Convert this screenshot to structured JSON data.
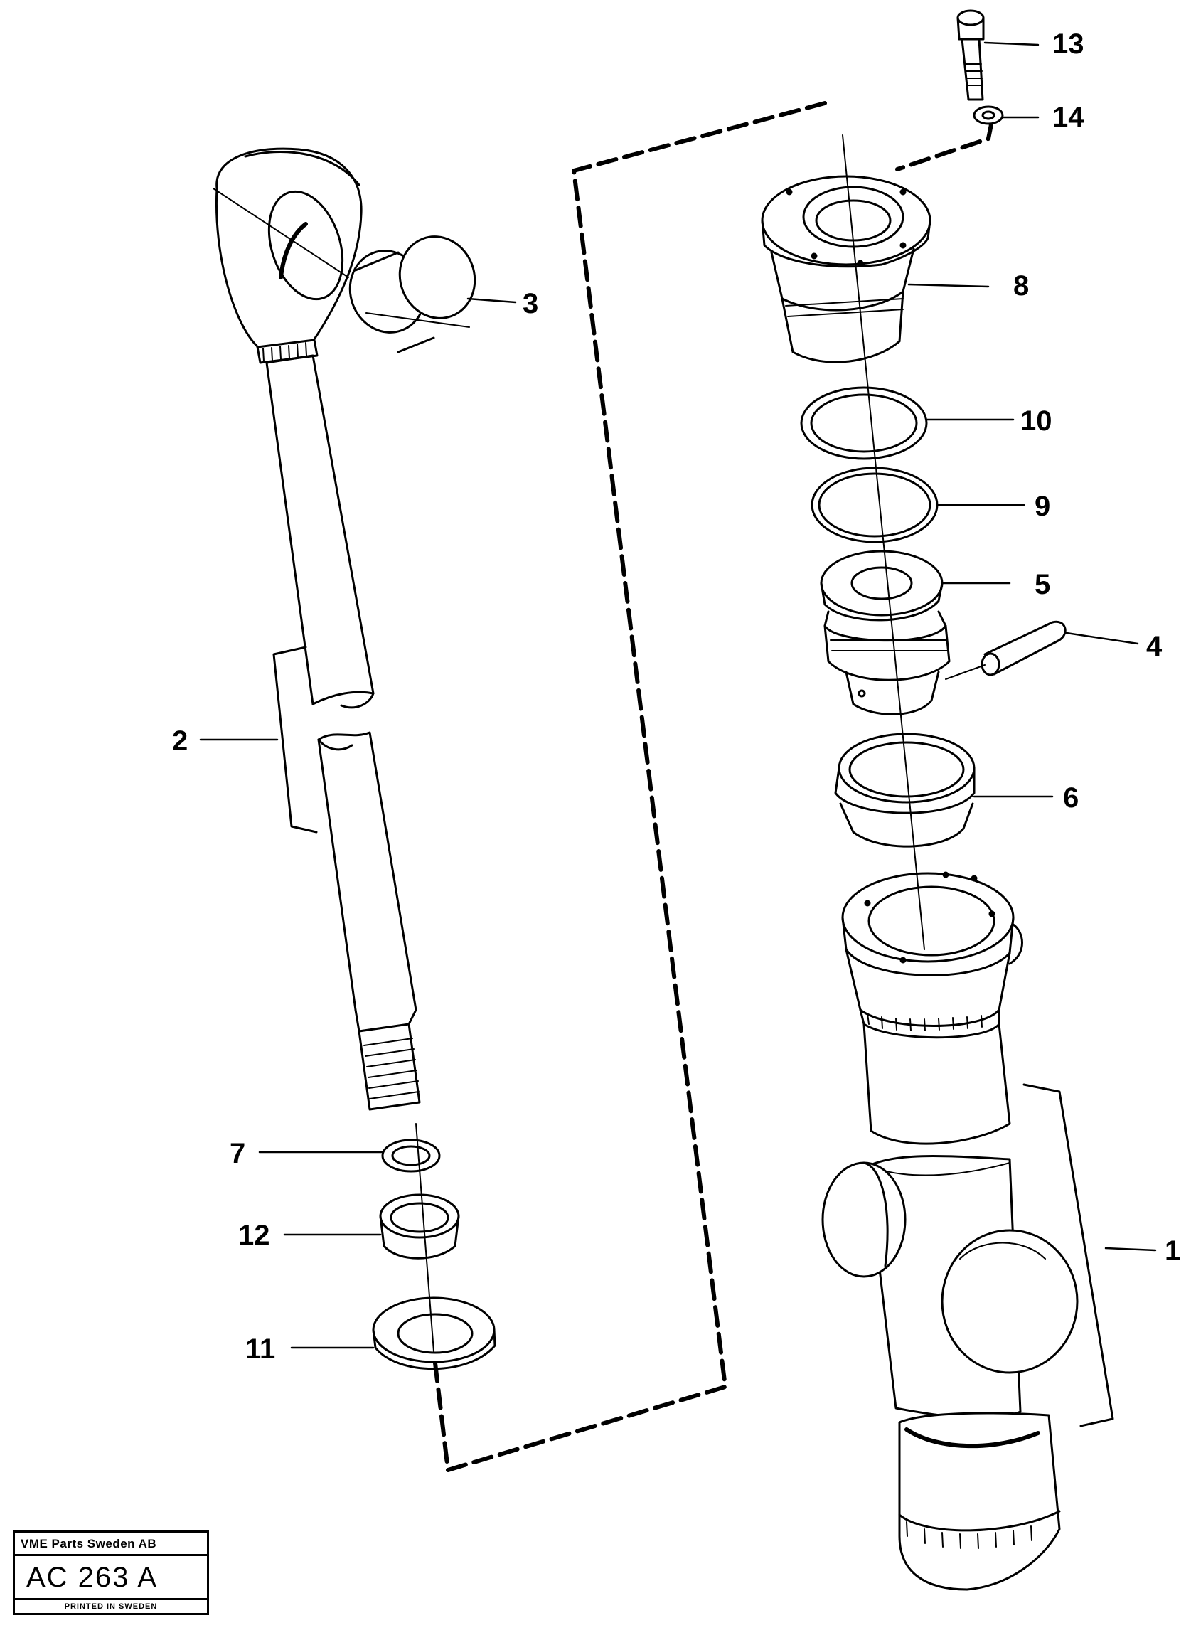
{
  "callouts": [
    {
      "id": "1",
      "label": "1"
    },
    {
      "id": "2",
      "label": "2"
    },
    {
      "id": "3",
      "label": "3"
    },
    {
      "id": "4",
      "label": "4"
    },
    {
      "id": "5",
      "label": "5"
    },
    {
      "id": "6",
      "label": "6"
    },
    {
      "id": "7",
      "label": "7"
    },
    {
      "id": "8",
      "label": "8"
    },
    {
      "id": "9",
      "label": "9"
    },
    {
      "id": "10",
      "label": "10"
    },
    {
      "id": "11",
      "label": "11"
    },
    {
      "id": "12",
      "label": "12"
    },
    {
      "id": "13",
      "label": "13"
    },
    {
      "id": "14",
      "label": "14"
    }
  ],
  "stamp": {
    "company": "VME Parts Sweden AB",
    "code": "AC 263 A",
    "printed": "PRINTED IN SWEDEN"
  }
}
